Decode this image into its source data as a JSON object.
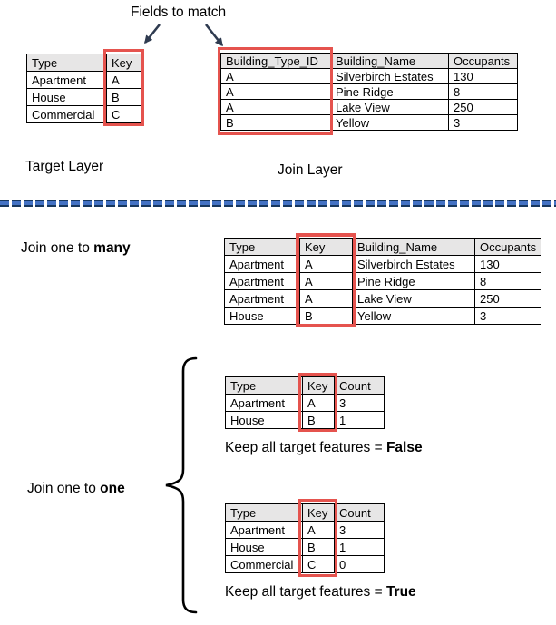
{
  "annotations": {
    "fields_to_match": "Fields to match",
    "target_layer": "Target Layer",
    "join_layer": "Join Layer",
    "join_one_to_many": {
      "prefix": "Join one to ",
      "bold": "many"
    },
    "join_one_to_one": {
      "prefix": "Join one to ",
      "bold": "one"
    },
    "keep_false": {
      "prefix": "Keep all target features = ",
      "bold": "False"
    },
    "keep_true": {
      "prefix": "Keep all target features = ",
      "bold": "True"
    }
  },
  "colors": {
    "highlight_red": "#E5534E",
    "header_gray": "#E7E6E6",
    "table_border": "#000000",
    "arrow_navy": "#2F3B50",
    "divider_blue": "#4472C4",
    "divider_dark": "#17375E"
  },
  "tables": {
    "target": {
      "columns": [
        "Type",
        "Key"
      ],
      "highlighted_column": "Key",
      "rows": [
        [
          "Apartment",
          "A"
        ],
        [
          "House",
          "B"
        ],
        [
          "Commercial",
          "C"
        ]
      ]
    },
    "join": {
      "columns": [
        "Building_Type_ID",
        "Building_Name",
        "Occupants"
      ],
      "highlighted_column": "Building_Type_ID",
      "rows": [
        [
          "A",
          "Silverbirch Estates",
          "130"
        ],
        [
          "A",
          "Pine Ridge",
          "8"
        ],
        [
          "A",
          "Lake View",
          "250"
        ],
        [
          "B",
          "Yellow",
          "3"
        ]
      ]
    },
    "one_to_many": {
      "columns": [
        "Type",
        "Key",
        "Building_Name",
        "Occupants"
      ],
      "highlighted_column": "Key",
      "rows": [
        [
          "Apartment",
          "A",
          "Silverbirch Estates",
          "130"
        ],
        [
          "Apartment",
          "A",
          "Pine Ridge",
          "8"
        ],
        [
          "Apartment",
          "A",
          "Lake View",
          "250"
        ],
        [
          "House",
          "B",
          "Yellow",
          "3"
        ]
      ]
    },
    "one_to_one_false": {
      "columns": [
        "Type",
        "Key",
        "Count"
      ],
      "highlighted_column": "Key",
      "rows": [
        [
          "Apartment",
          "A",
          "3"
        ],
        [
          "House",
          "B",
          "1"
        ]
      ]
    },
    "one_to_one_true": {
      "columns": [
        "Type",
        "Key",
        "Count"
      ],
      "highlighted_column": "Key",
      "rows": [
        [
          "Apartment",
          "A",
          "3"
        ],
        [
          "House",
          "B",
          "1"
        ],
        [
          "Commercial",
          "C",
          "0"
        ]
      ]
    }
  }
}
